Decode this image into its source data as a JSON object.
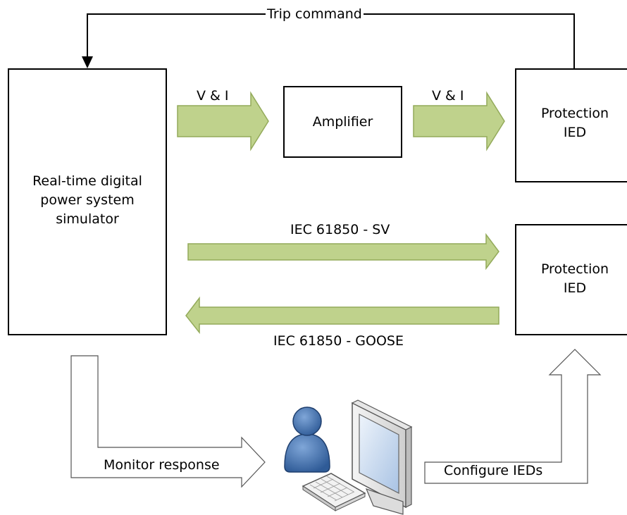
{
  "blocks": {
    "simulator": [
      "Real-time digital",
      "power system",
      "simulator"
    ],
    "amplifier": "Amplifier",
    "ied_top": [
      "Protection",
      "IED"
    ],
    "ied_bottom": [
      "Protection",
      "IED"
    ]
  },
  "links": {
    "trip_command": "Trip command",
    "vi_to_amplifier": "V & I",
    "vi_to_ied": "V & I",
    "sv": "IEC 61850 - SV",
    "goose": "IEC 61850 - GOOSE",
    "monitor_response": "Monitor response",
    "configure_ieds": "Configure IEDs"
  },
  "colors": {
    "arrow_fill": "#bfd28c",
    "arrow_stroke": "#93aa5a",
    "user_blue": "#3d6fb0",
    "monitor_screen": "#c7d9f0"
  },
  "icons": [
    "user-icon",
    "workstation-icon",
    "keyboard-icon"
  ]
}
